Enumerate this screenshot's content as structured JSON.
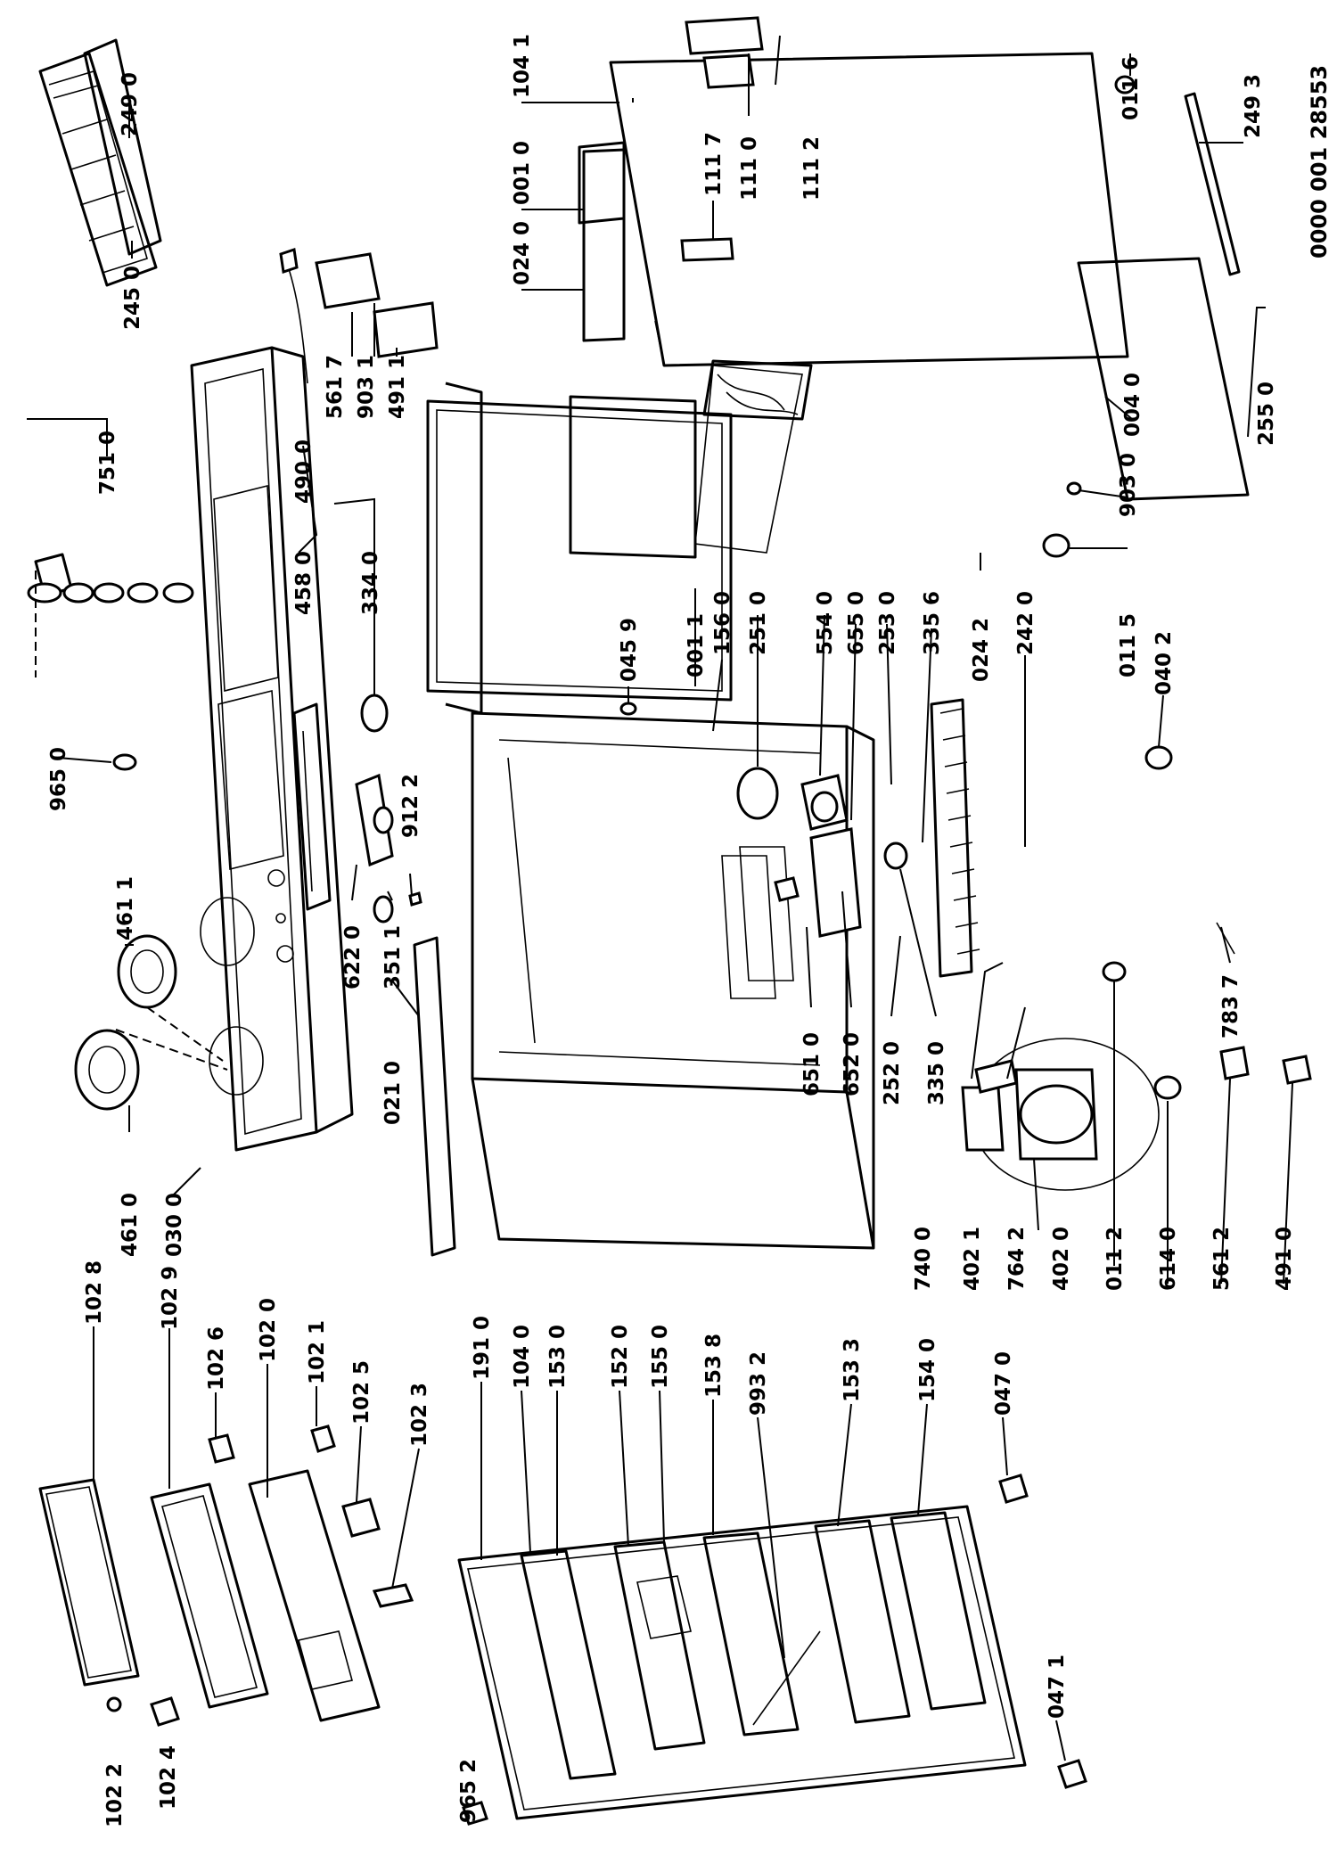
{
  "document_number": "0000 001 28553",
  "callouts": {
    "c1028": "102 8",
    "c1029": "102 9",
    "c1026": "102 6",
    "c1020": "102 0",
    "c1021": "102 1",
    "c1025": "102 5",
    "c1023": "102 3",
    "c1910": "191 0",
    "c1040": "104 0",
    "c1530": "153 0",
    "c1520": "152 0",
    "c1550": "155 0",
    "c1538": "153 8",
    "c9932": "993 2",
    "c1533": "153 3",
    "c1540": "154 0",
    "c0470": "047 0",
    "c1022": "102 2",
    "c1024": "102 4",
    "c9652": "965 2",
    "c0471": "047 1",
    "c2490": "249 0",
    "c2450": "245 0",
    "c7510": "751 0",
    "c9650": "965 0",
    "c4611": "461 1",
    "c4610": "461 0",
    "c0300": "030 0",
    "c4900": "490 0",
    "c5617": "561 7",
    "c9031": "903 1",
    "c4911": "491 1",
    "c4580": "458 0",
    "c3340": "334 0",
    "c6220": "622 0",
    "c3511": "351 1",
    "c9122": "912 2",
    "c0210": "021 0",
    "c7400": "740 0",
    "c4021": "402 1",
    "c7642": "764 2",
    "c4020": "402 0",
    "c0112": "011 2",
    "c6140": "614 0",
    "c5612": "561 2",
    "c4910": "491 0",
    "c1041": "104 1",
    "c0010": "001 0",
    "c0240": "024 0",
    "c1117": "111 7",
    "c1110": "111 0",
    "c1112": "111 2",
    "c0116": "011 6",
    "c2493": "249 3",
    "c2550": "255 0",
    "c0040": "004 0",
    "c9030": "903 0",
    "c0459": "045 9",
    "c1560": "156 0",
    "c2510": "251 0",
    "c5540": "554 0",
    "c6550": "655 0",
    "c2530": "253 0",
    "c3356": "335 6",
    "c0242": "024 2",
    "c2420": "242 0",
    "c0115": "011 5",
    "c0402": "040 2",
    "c0011": "001 1",
    "c6510": "651 0",
    "c6520": "652 0",
    "c2520": "252 0",
    "c3350": "335 0",
    "c7837": "783 7"
  }
}
